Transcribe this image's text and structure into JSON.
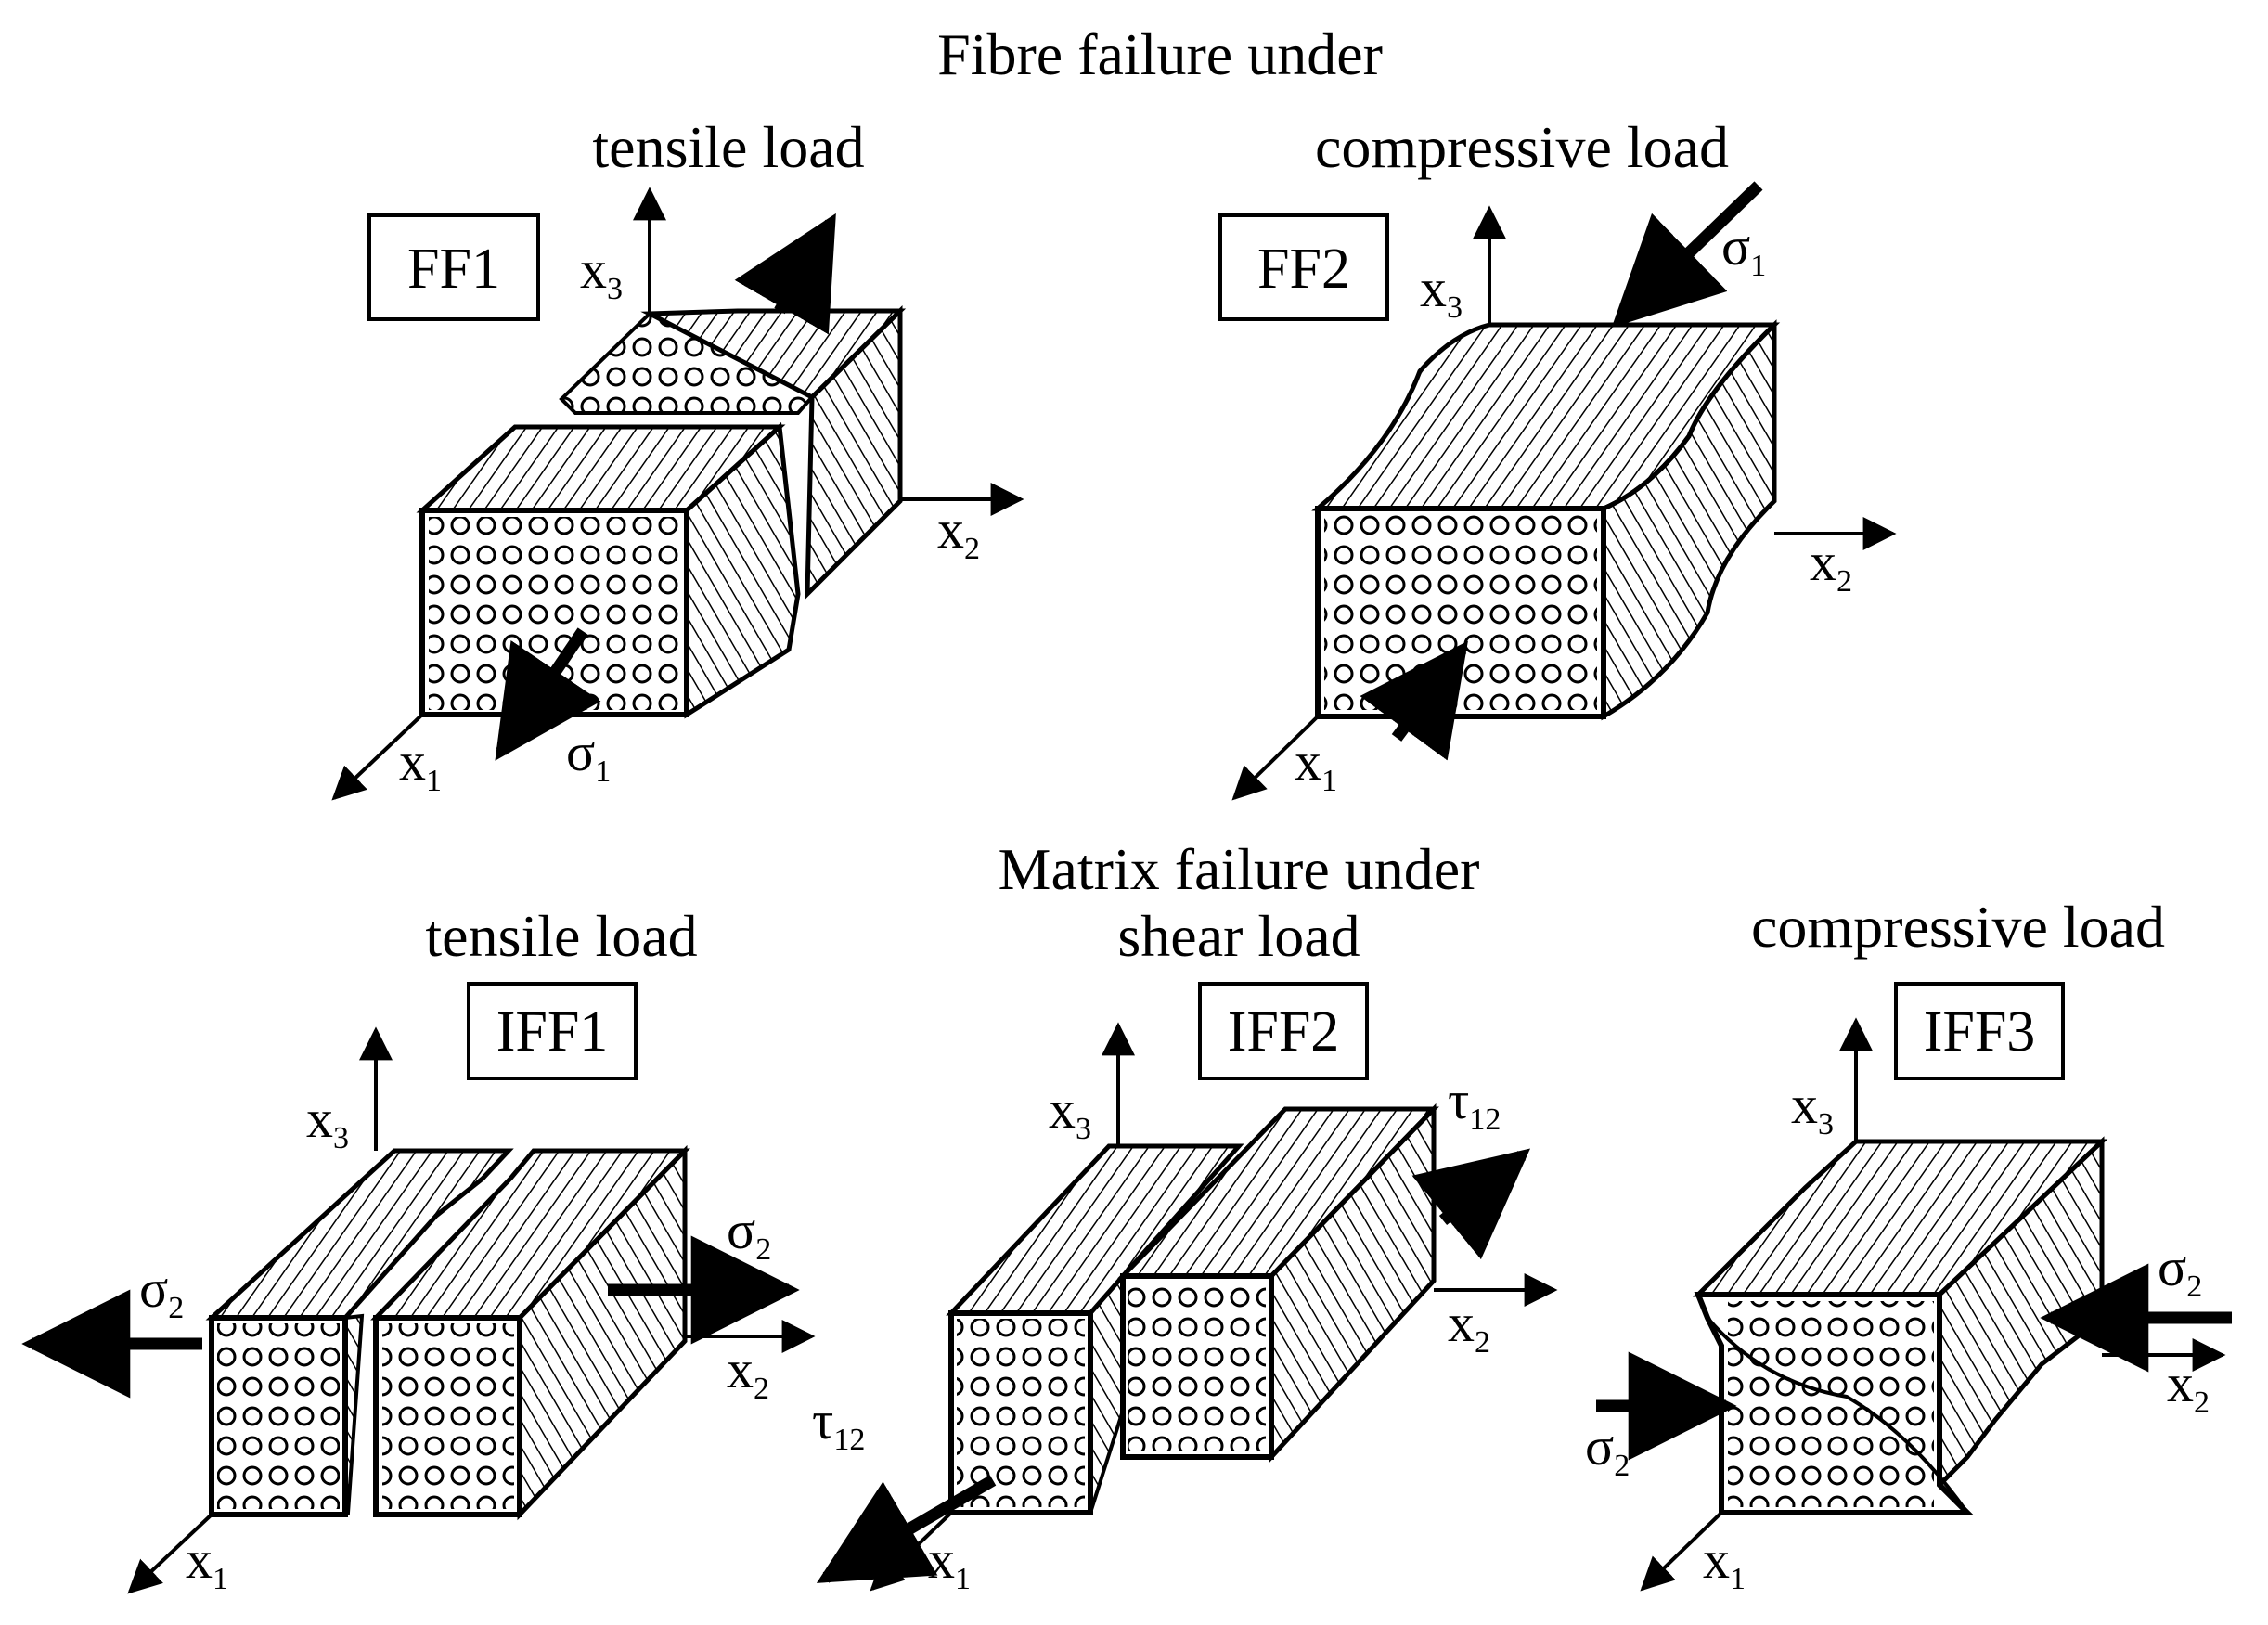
{
  "fibre": {
    "heading": "Fibre failure under",
    "tensile": {
      "load_label": "tensile load",
      "mode": "FF1",
      "stress": "σ",
      "stress_sub": "1"
    },
    "compressive": {
      "load_label": "compressive load",
      "mode": "FF2",
      "stress": "σ",
      "stress_sub": "1"
    }
  },
  "matrix": {
    "heading": "Matrix failure under",
    "tensile": {
      "load_label": "tensile load",
      "mode": "IFF1",
      "stress": "σ",
      "stress_sub": "2"
    },
    "shear": {
      "load_label": "shear load",
      "mode": "IFF2",
      "stress": "τ",
      "stress_sub": "12"
    },
    "compressive": {
      "load_label": "compressive load",
      "mode": "IFF3",
      "stress": "σ",
      "stress_sub": "2"
    }
  },
  "axes": {
    "x": "x",
    "x1_sub": "1",
    "x2_sub": "2",
    "x3_sub": "3"
  }
}
